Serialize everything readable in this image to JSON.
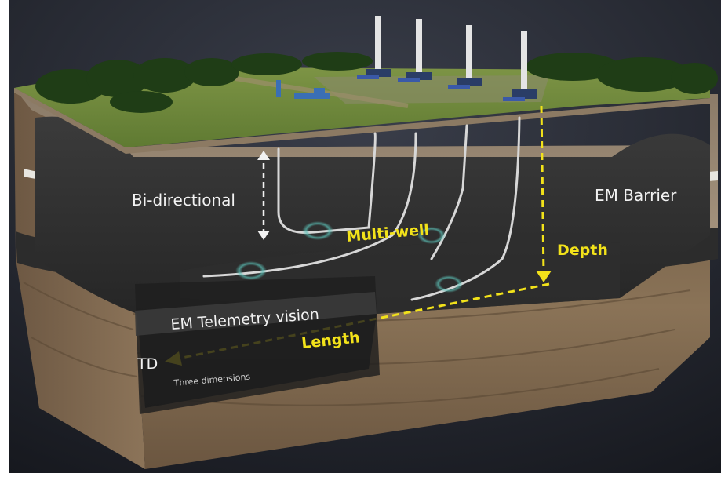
{
  "labels": {
    "bi_directional": "Bi-directional",
    "multi_well": "Multi-well",
    "em_barrier": "EM Barrier",
    "depth": "Depth",
    "em_telemetry_vision": "EM Telemetry vision",
    "length": "Length",
    "td": "TD",
    "three_dimensions": "Three dimensions"
  },
  "colors": {
    "accent_yellow": "#f2e21a",
    "label_white": "#f2f2f2",
    "background": "#22252e",
    "grass": "#6f8a3d",
    "trees": "#1f3d16"
  },
  "icons": [
    "drilling-rig-icon",
    "pump-jack-icon",
    "well-bore-lines",
    "em-signal-ring-icon"
  ]
}
